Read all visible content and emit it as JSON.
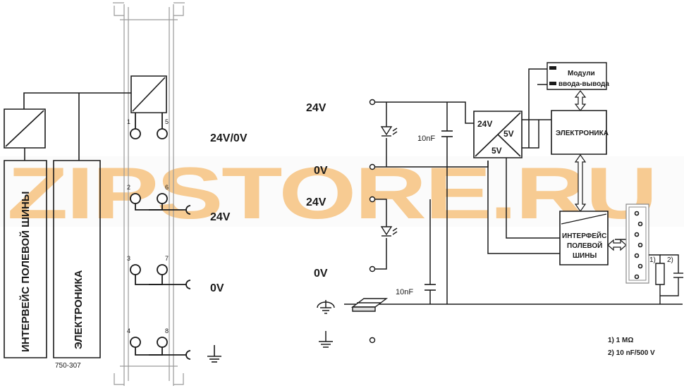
{
  "left": {
    "module_id": "750-307",
    "field_bus_interface": "ИНТЕРВЕЙС ПОЛЕВОЙ ШИНЫ",
    "electronics": "ЭЛЕКТРОНИКА",
    "terminals": {
      "t1": "1",
      "t5": "5",
      "t2": "2",
      "t6": "6",
      "t3": "3",
      "t7": "7",
      "t4": "4",
      "t8": "8"
    },
    "labels": {
      "supply": "24V/0V",
      "v24": "24V",
      "v0": "0V"
    }
  },
  "right": {
    "inputs": {
      "v24_top": "24V",
      "v0_top": "0V",
      "v24_bottom": "24V",
      "v0_bottom": "0V"
    },
    "capacitor_top": "10nF",
    "capacitor_bottom": "10nF",
    "converter": {
      "in": "24V",
      "out1": "5V",
      "out2": "5V"
    },
    "io_modules_line1": "Модули",
    "io_modules_line2": "ввода-вывода",
    "electronics": "ЭЛЕКТРОНИКА",
    "fieldbus_line1": "ИНТЕРФЕЙС",
    "fieldbus_line2": "ПОЛЕВОЙ",
    "fieldbus_line3": "ШИНЫ",
    "marker1": "1)",
    "marker2": "2)"
  },
  "notes": {
    "n1": "1) 1 MΩ",
    "n2": "2) 10 nF/500 V"
  },
  "watermark": "ZIPSTORE.RU"
}
